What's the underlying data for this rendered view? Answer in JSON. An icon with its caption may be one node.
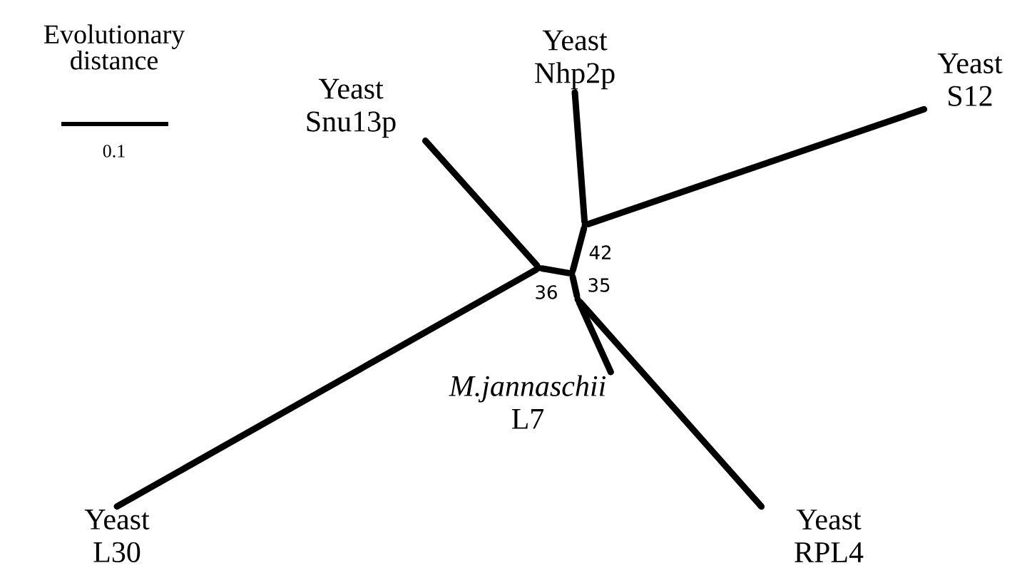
{
  "diagram": {
    "nodes": [
      {
        "text": [
          "Yeast Snu13p"
        ]
      },
      {
        "text": [
          "Yeast Nhp2p"
        ]
      },
      {
        "text": [
          "Yeast S12"
        ]
      },
      {
        "text": [],
        "shape": "point"
      },
      {
        "text": [],
        "shape": "point"
      },
      {
        "text": [],
        "shape": "point"
      },
      {
        "text": [],
        "shape": "point"
      },
      {
        "text": [
          "*M.jannaschii* L7"
        ]
      },
      {
        "text": [
          "Yeast L30"
        ]
      },
      {
        "text": [
          "Yeast RPL4"
        ]
      }
    ],
    "edges": [
      {
        "from": 0,
        "to": 4,
        "arrow": "none"
      },
      {
        "from": 8,
        "to": 4,
        "arrow": "none"
      },
      {
        "from": 4,
        "to": 5,
        "arrow": "none",
        "label": "36"
      },
      {
        "from": 5,
        "to": 3,
        "arrow": "none",
        "label": "42"
      },
      {
        "from": 1,
        "to": 3,
        "arrow": "none"
      },
      {
        "from": 2,
        "to": 3,
        "arrow": "none"
      },
      {
        "from": 5,
        "to": 6,
        "arrow": "none",
        "label": "35"
      },
      {
        "from": 7,
        "to": 6,
        "arrow": "none"
      },
      {
        "from": 9,
        "to": 6,
        "arrow": "none"
      }
    ],
    "labels": [
      "Evolutionary distance",
      "0.1"
    ]
  }
}
